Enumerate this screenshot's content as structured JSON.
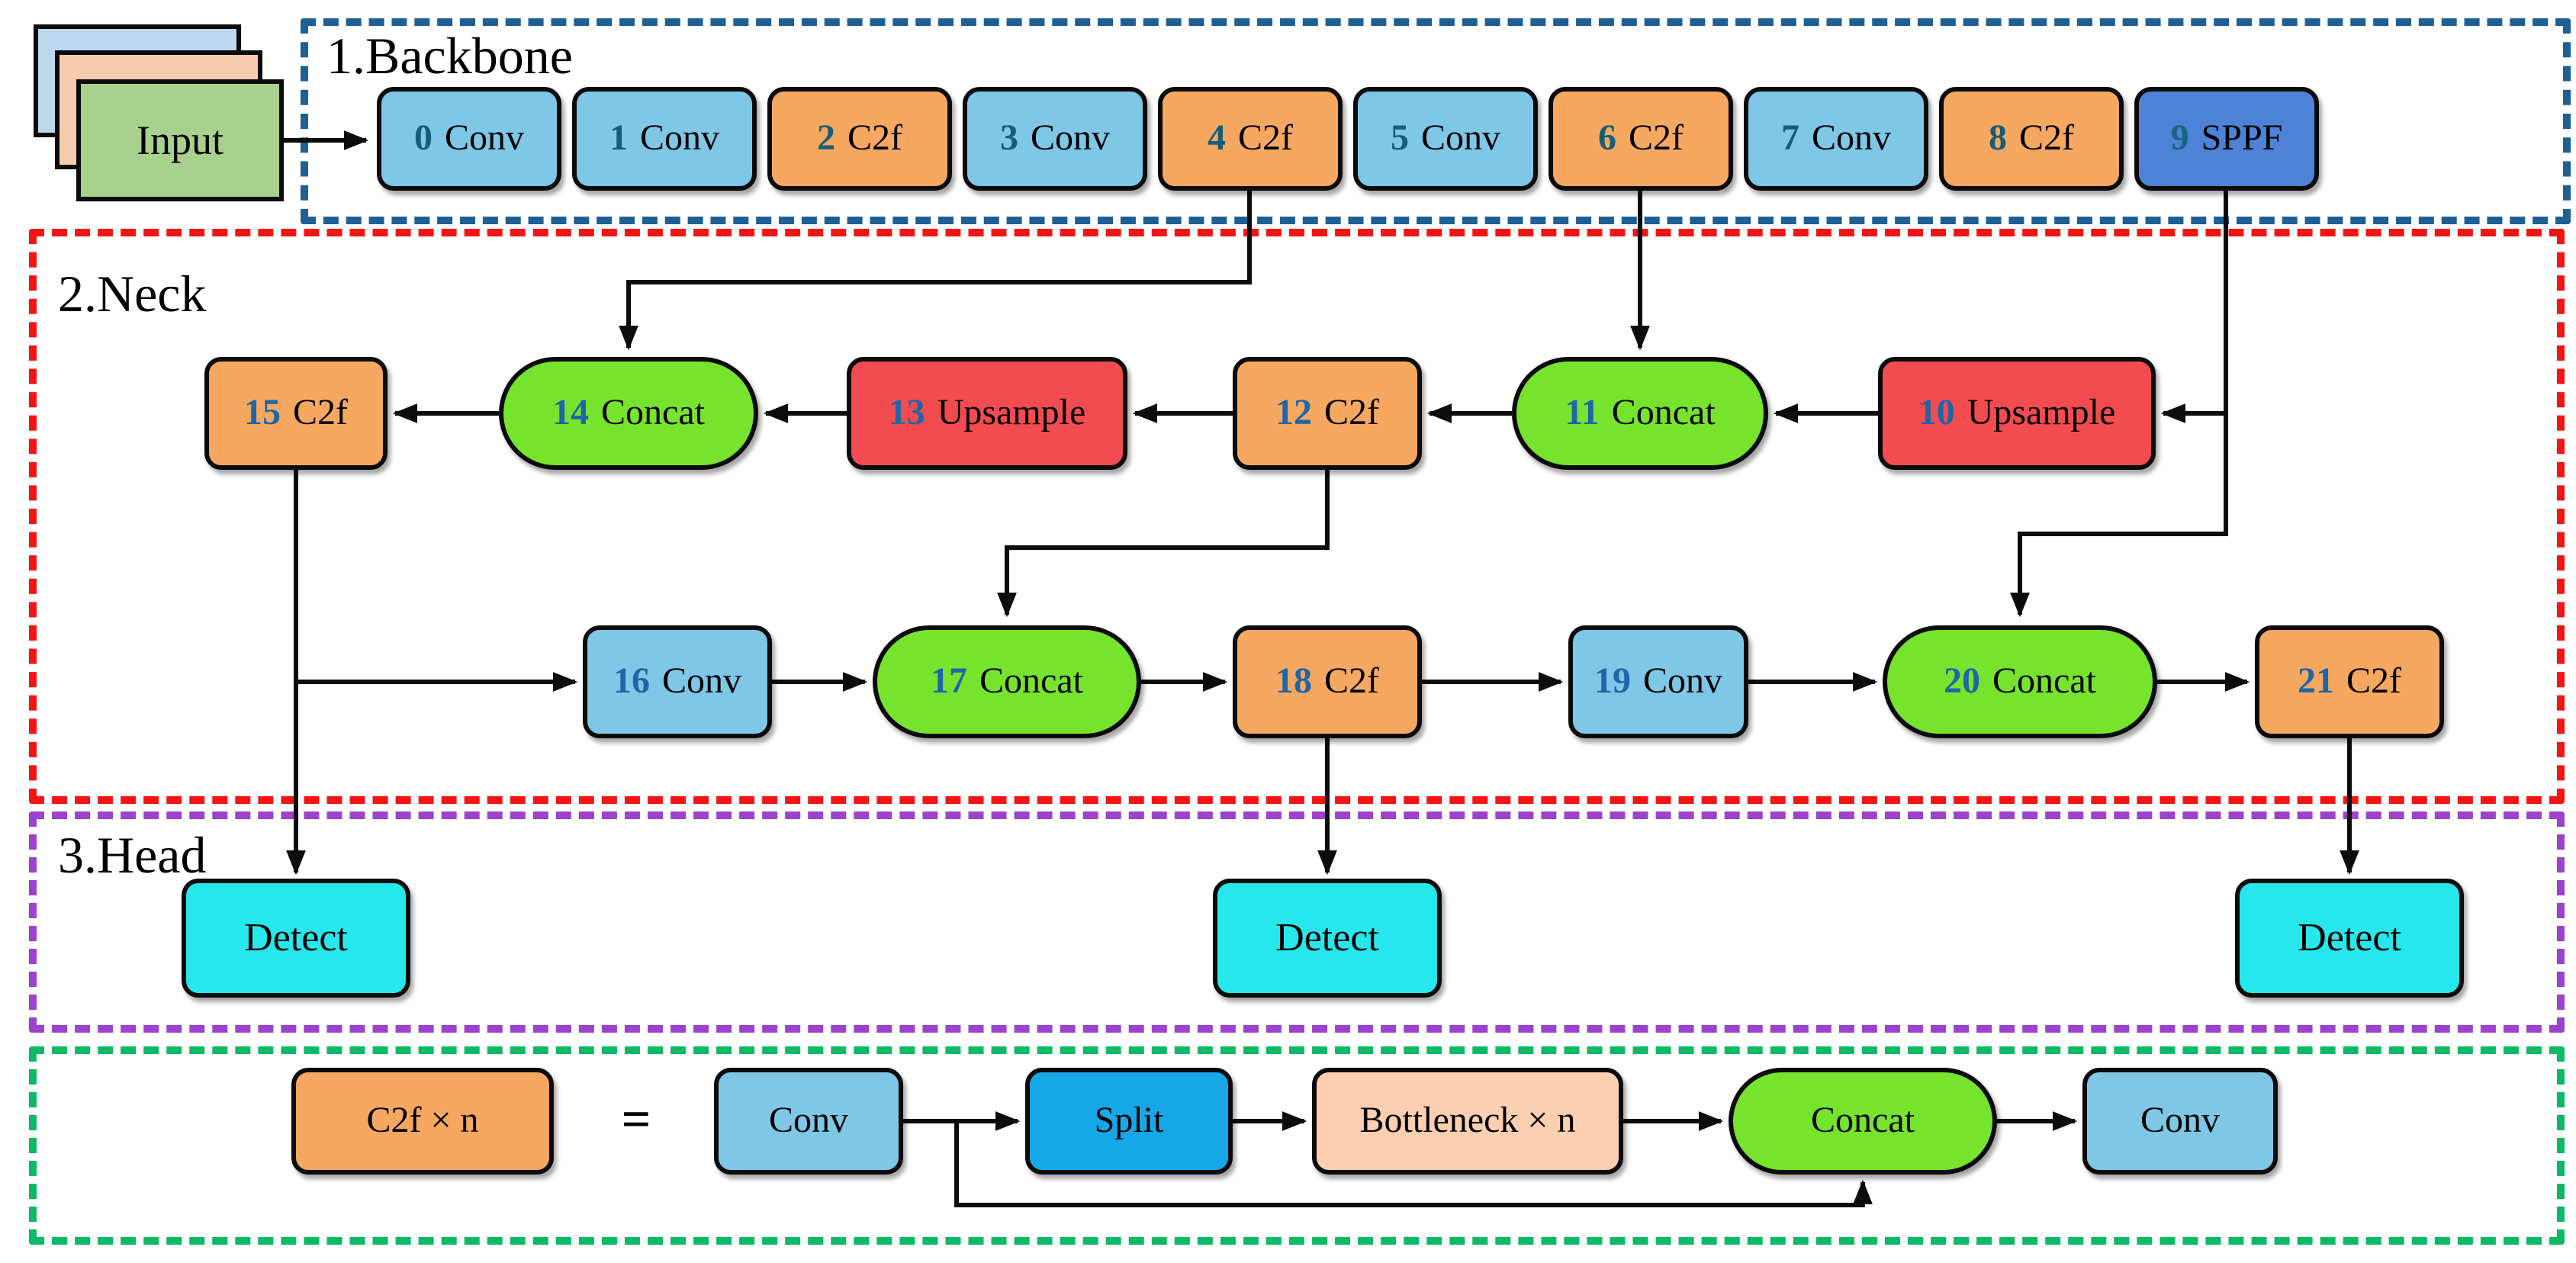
{
  "input": {
    "label": "Input"
  },
  "sections": {
    "backbone": {
      "label": "1.Backbone",
      "border_color": "#1E5F94"
    },
    "neck": {
      "label": "2.Neck",
      "border_color": "#F51414"
    },
    "head": {
      "label": "3.Head",
      "border_color": "#9C42CE"
    },
    "legend": {
      "border_color": "#0CB965"
    }
  },
  "backbone_blocks": [
    {
      "num": "0",
      "name": "Conv"
    },
    {
      "num": "1",
      "name": "Conv"
    },
    {
      "num": "2",
      "name": "C2f"
    },
    {
      "num": "3",
      "name": "Conv"
    },
    {
      "num": "4",
      "name": "C2f"
    },
    {
      "num": "5",
      "name": "Conv"
    },
    {
      "num": "6",
      "name": "C2f"
    },
    {
      "num": "7",
      "name": "Conv"
    },
    {
      "num": "8",
      "name": "C2f"
    },
    {
      "num": "9",
      "name": "SPPF"
    }
  ],
  "neck_row1": [
    {
      "num": "15",
      "name": "C2f"
    },
    {
      "num": "14",
      "name": "Concat"
    },
    {
      "num": "13",
      "name": "Upsample"
    },
    {
      "num": "12",
      "name": "C2f"
    },
    {
      "num": "11",
      "name": "Concat"
    },
    {
      "num": "10",
      "name": "Upsample"
    }
  ],
  "neck_row2": [
    {
      "num": "16",
      "name": "Conv"
    },
    {
      "num": "17",
      "name": "Concat"
    },
    {
      "num": "18",
      "name": "C2f"
    },
    {
      "num": "19",
      "name": "Conv"
    },
    {
      "num": "20",
      "name": "Concat"
    },
    {
      "num": "21",
      "name": "C2f"
    }
  ],
  "head_blocks": [
    {
      "label": "Detect"
    },
    {
      "label": "Detect"
    },
    {
      "label": "Detect"
    }
  ],
  "legend": {
    "c2f": "C2f × n",
    "equals": "=",
    "items": [
      {
        "label": "Conv"
      },
      {
        "label": "Split"
      },
      {
        "label": "Bottleneck × n"
      },
      {
        "label": "Concat"
      },
      {
        "label": "Conv"
      }
    ]
  },
  "block_colors": {
    "conv": "#7EC7E6",
    "c2f": "#F6A760",
    "sppf": "#4E82D6",
    "concat": "#76E42C",
    "upsample": "#F24B50",
    "detect": "#26E7EC",
    "split": "#16A7E8",
    "bottleneck": "#FBCFB0",
    "input_layers": [
      "#BDD7EE",
      "#F8CBAD",
      "#A9D18E"
    ],
    "backbone_number": "#155E78",
    "neck_number": "#1D66A8"
  }
}
